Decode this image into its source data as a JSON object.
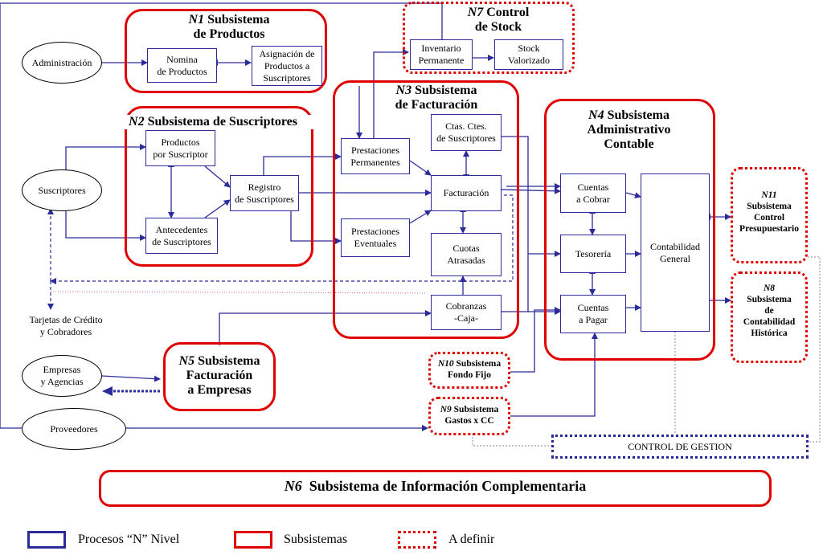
{
  "subsystems": {
    "n1": {
      "num": "N1",
      "name": "Subsistema\nde Productos"
    },
    "n2": {
      "num": "N2",
      "name": "Subsistema de Suscriptores"
    },
    "n3": {
      "num": "N3",
      "name": "Subsistema\nde  Facturación"
    },
    "n4": {
      "num": "N4",
      "name": "Subsistema\nAdministrativo\nContable"
    },
    "n5": {
      "num": "N5",
      "name": "Subsistema\nFacturación\na Empresas"
    },
    "n6": {
      "num": "N6",
      "name": "Subsistema de Información Complementaria"
    },
    "n7": {
      "num": "N7",
      "name": "Control\nde Stock"
    },
    "n8": {
      "num": "N8",
      "name": "Subsistema\nde\nContabilidad\nHistórica"
    },
    "n9": {
      "num": "N9",
      "name": "Subsistema\nGastos x CC"
    },
    "n10": {
      "num": "N10",
      "name": "Subsistema\nFondo Fijo"
    },
    "n11": {
      "num": "N11",
      "name": "Subsistema\nControl\nPresupuestario"
    }
  },
  "processes": {
    "nomina": "Nomina\nde Productos",
    "asignacion": "Asignación de\nProductos a\nSuscriptores",
    "inventario": "Inventario\nPermanente",
    "stock_valorizado": "Stock\nValorizado",
    "productos_suscriptor": "Productos\npor Suscriptor",
    "antecedentes": "Antecedentes\nde Suscriptores",
    "registro": "Registro\nde Suscriptores",
    "prest_permanentes": "Prestaciones\nPermanentes",
    "prest_eventuales": "Prestaciones\nEventuales",
    "ctas_ctes": "Ctas. Ctes.\nde Suscriptores",
    "facturacion": "Facturación",
    "cuotas": "Cuotas\nAtrasadas",
    "cobranzas": "Cobranzas\n-Caja-",
    "cuentas_cobrar": "Cuentas\na Cobrar",
    "tesoreria": "Tesorería",
    "cuentas_pagar": "Cuentas\na Pagar",
    "contabilidad": "Contabilidad\nGeneral",
    "control_gestion": "CONTROL DE GESTION"
  },
  "entities": {
    "administracion": "Administración",
    "suscriptores": "Suscriptores",
    "tarjetas": "Tarjetas de Crédito\ny  Cobradores",
    "empresas": "Empresas\ny Agencias",
    "proveedores": "Proveedores"
  },
  "legend": {
    "procesos": "Procesos “N” Nivel",
    "subsistemas": "Subsistemas",
    "a_definir": "A definir"
  },
  "colors": {
    "red": "#e00000",
    "blue": "#2b2b9b",
    "pink": "#e060a0"
  }
}
